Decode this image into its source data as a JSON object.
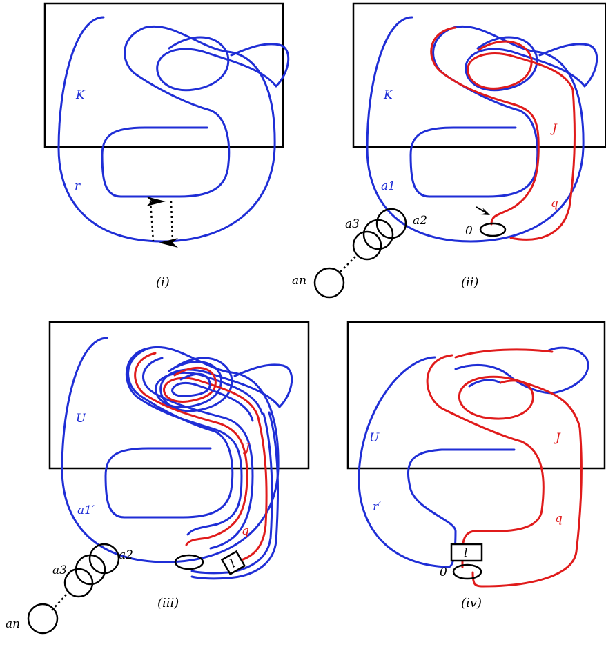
{
  "colors": {
    "knot": "#1f2ed6",
    "companion": "#e01b1b",
    "link": "#000000",
    "frame": "#000000"
  },
  "panels": [
    {
      "caption": "(i)",
      "labels": {
        "knot": "K",
        "arc": "r"
      }
    },
    {
      "caption": "(ii)",
      "labels": {
        "knot": "K",
        "arc": "a1",
        "curve": "J",
        "strand": "q",
        "framing": "0"
      },
      "chain": [
        "a2",
        "a3",
        "an"
      ]
    },
    {
      "caption": "(iii)",
      "labels": {
        "knot": "U",
        "arc": "a1′",
        "curve": "J",
        "strand": "q",
        "box": "l"
      },
      "chain": [
        "a2",
        "a3",
        "an"
      ]
    },
    {
      "caption": "(iv)",
      "labels": {
        "knot": "U",
        "arc": "r′",
        "curve": "J",
        "strand": "q",
        "box": "l",
        "framing": "0"
      }
    }
  ]
}
